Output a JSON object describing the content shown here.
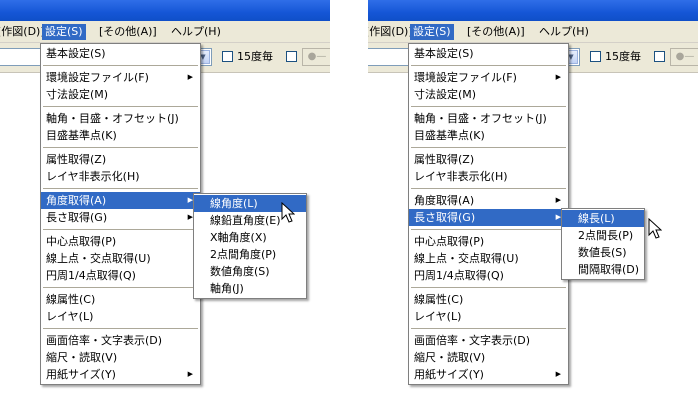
{
  "menubar": [
    {
      "label": "[作図(D)]",
      "active": false
    },
    {
      "label": "設定(S)",
      "active": true
    },
    {
      "label": "[その他(A)]",
      "active": false
    },
    {
      "label": "ヘルプ(H)",
      "active": false
    }
  ],
  "toolbar": {
    "step_label": "15度毎"
  },
  "main_menu": [
    {
      "type": "item",
      "label": "基本設定(S)"
    },
    {
      "type": "sep"
    },
    {
      "type": "item",
      "label": "環境設定ファイル(F)",
      "submenu": true
    },
    {
      "type": "item",
      "label": "寸法設定(M)"
    },
    {
      "type": "sep"
    },
    {
      "type": "item",
      "label": "軸角・目盛・オフセット(J)"
    },
    {
      "type": "item",
      "label": "目盛基準点(K)"
    },
    {
      "type": "sep"
    },
    {
      "type": "item",
      "label": "属性取得(Z)"
    },
    {
      "type": "item",
      "label": "レイヤ非表示化(H)"
    },
    {
      "type": "sep"
    },
    {
      "type": "item",
      "label": "角度取得(A)",
      "submenu": true,
      "key": "angle"
    },
    {
      "type": "item",
      "label": "長さ取得(G)",
      "submenu": true,
      "key": "length"
    },
    {
      "type": "sep"
    },
    {
      "type": "item",
      "label": "中心点取得(P)"
    },
    {
      "type": "item",
      "label": "線上点・交点取得(U)"
    },
    {
      "type": "item",
      "label": "円周1/4点取得(Q)"
    },
    {
      "type": "sep"
    },
    {
      "type": "item",
      "label": "線属性(C)"
    },
    {
      "type": "item",
      "label": "レイヤ(L)"
    },
    {
      "type": "sep"
    },
    {
      "type": "item",
      "label": "画面倍率・文字表示(D)"
    },
    {
      "type": "item",
      "label": "縮尺・読取(V)"
    },
    {
      "type": "item",
      "label": "用紙サイズ(Y)",
      "submenu": true
    }
  ],
  "angle_submenu": [
    {
      "label": "線角度(L)"
    },
    {
      "label": "線鉛直角度(E)"
    },
    {
      "label": "X軸角度(X)"
    },
    {
      "label": "2点間角度(P)"
    },
    {
      "label": "数値角度(S)"
    },
    {
      "label": "軸角(J)"
    }
  ],
  "length_submenu": [
    {
      "label": "線長(L)"
    },
    {
      "label": "2点間長(P)"
    },
    {
      "label": "数値長(S)"
    },
    {
      "label": "間隔取得(D)"
    }
  ],
  "panels": [
    {
      "id": "left",
      "highlight": "angle",
      "submenu": "angle_submenu"
    },
    {
      "id": "right",
      "highlight": "length",
      "submenu": "length_submenu"
    }
  ]
}
